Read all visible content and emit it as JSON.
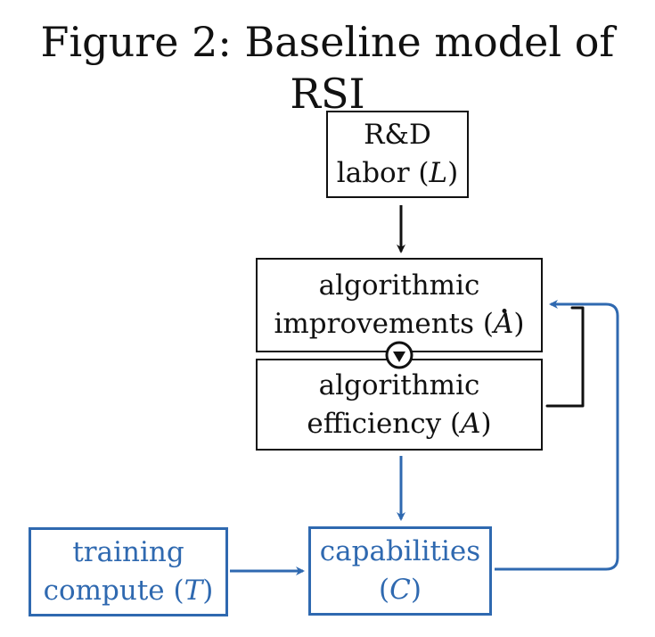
{
  "title": "Figure 2: Baseline model of RSI",
  "boxes": {
    "rd_labor": {
      "line1": "R&D",
      "line2_text": "labor",
      "line2_var": "L"
    },
    "alg_improvements": {
      "line1": "algorithmic",
      "line2_text": "improvements",
      "line2_var": "A"
    },
    "alg_efficiency": {
      "line1": "algorithmic",
      "line2_text": "efficiency",
      "line2_var": "A"
    },
    "training_compute": {
      "line1": "training",
      "line2_text": "compute",
      "line2_var": "T"
    },
    "capabilities": {
      "line1": "capabilities",
      "line2_var": "C"
    }
  },
  "colors": {
    "black": "#111111",
    "blue": "#2f69b0"
  }
}
